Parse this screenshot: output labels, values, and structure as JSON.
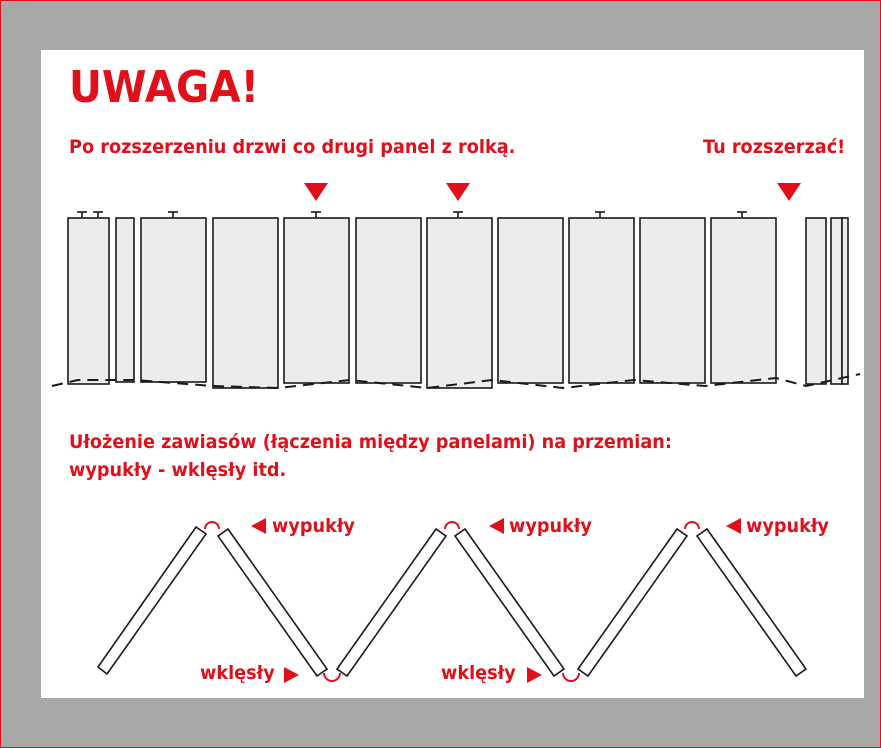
{
  "heading": "UWAGA!",
  "instruction_panels": "Po rozszerzeniu drzwi co drugi panel z rolką.",
  "instruction_expand": "Tu rozszerzać!",
  "instruction_hinges_line1": "Ułożenie zawiasów (łączenia między panelami) na przemian:",
  "instruction_hinges_line2": "wypukły - wklęsły itd.",
  "hinge_convex_label": "wypukły",
  "hinge_concave_label": "wklęsły",
  "colors": {
    "accent": "#e0101b",
    "panel_fill": "#ececec",
    "frame_background": "#a8a8a8"
  }
}
